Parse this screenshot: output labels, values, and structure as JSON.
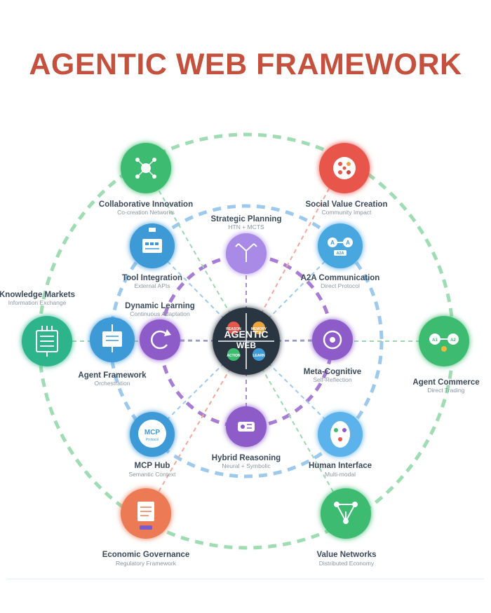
{
  "title": "AGENTIC WEB FRAMEWORK",
  "center": {
    "line1": "AGENTIC",
    "line2": "WEB",
    "q1": "REASON",
    "q2": "MEMORY",
    "q3": "ACTION",
    "q4": "LEARN"
  },
  "nodes": {
    "collaborative_innovation": {
      "label": "Collaborative Innovation",
      "sub": "Co-creation Networks"
    },
    "social_value_creation": {
      "label": "Social Value Creation",
      "sub": "Community Impact"
    },
    "strategic_planning": {
      "label": "Strategic Planning",
      "sub": "HTN + MCTS"
    },
    "tool_integration": {
      "label": "Tool Integration",
      "sub": "External APIs"
    },
    "a2a_communication": {
      "label": "A2A Communication",
      "sub": "Direct Protocol",
      "badge": "A2A",
      "left": "A",
      "right": "A"
    },
    "knowledge_markets": {
      "label": "Knowledge Markets",
      "sub": "Information Exchange"
    },
    "dynamic_learning": {
      "label": "Dynamic Learning",
      "sub": "Continuous Adaptation"
    },
    "agent_framework": {
      "label": "Agent Framework",
      "sub": "Orchestration"
    },
    "meta_cognitive": {
      "label": "Meta-Cognitive",
      "sub": "Self-Reflection"
    },
    "agent_commerce": {
      "label": "Agent Commerce",
      "sub": "Direct Trading",
      "left": "A1",
      "right": "A2"
    },
    "mcp_hub": {
      "label": "MCP Hub",
      "sub": "Semantic Context",
      "icon_text": "MCP",
      "icon_sub": "Protocol"
    },
    "hybrid_reasoning": {
      "label": "Hybrid Reasoning",
      "sub": "Neural + Symbolic"
    },
    "human_interface": {
      "label": "Human Interface",
      "sub": "Multi-modal"
    },
    "economic_governance": {
      "label": "Economic Governance",
      "sub": "Regulatory Framework"
    },
    "value_networks": {
      "label": "Value Networks",
      "sub": "Distributed Economy"
    }
  },
  "colors": {
    "title": "#c4513d",
    "green": "#3dbb6f",
    "red": "#e8574c",
    "blue": "#3d9ad6",
    "purple": "#8d5cc9",
    "orange": "#ec7a55",
    "center": "#2b3643"
  },
  "icons": {
    "collaborative_innovation": "network-nodes-icon",
    "social_value_creation": "community-circle-icon",
    "strategic_planning": "tree-branch-icon",
    "tool_integration": "api-console-icon",
    "a2a_communication": "agent-exchange-icon",
    "knowledge_markets": "ledger-document-icon",
    "dynamic_learning": "cycle-arrow-icon",
    "agent_framework": "framework-chip-icon",
    "meta_cognitive": "target-ring-icon",
    "agent_commerce": "trade-link-icon",
    "mcp_hub": "protocol-icon",
    "hybrid_reasoning": "brain-chip-icon",
    "human_interface": "face-icon",
    "economic_governance": "document-icon",
    "value_networks": "value-graph-icon"
  }
}
